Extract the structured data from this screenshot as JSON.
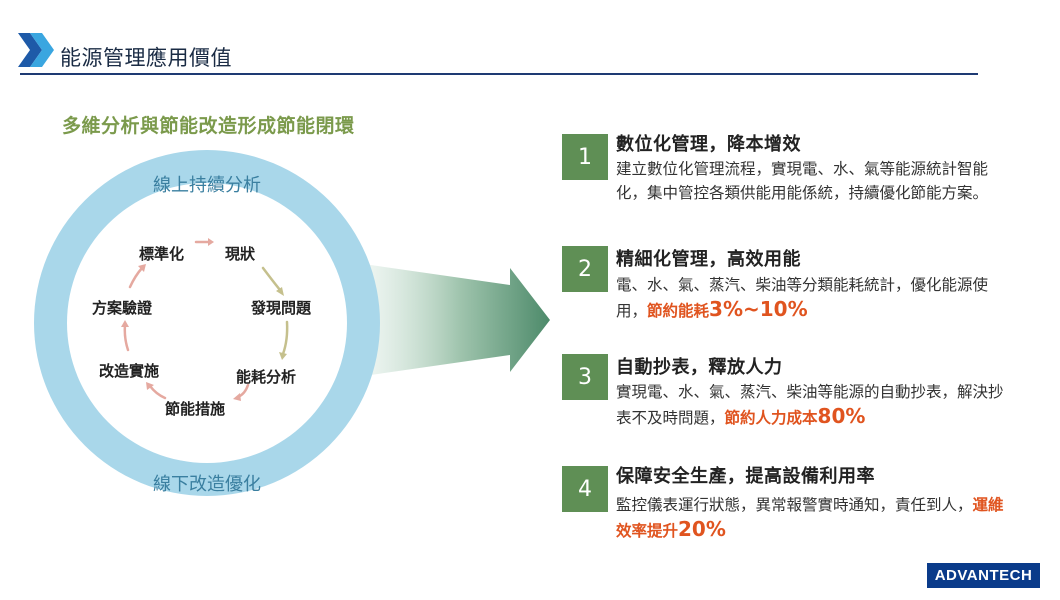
{
  "header": {
    "title": "能源管理應用價值"
  },
  "diagram": {
    "subtitle": "多維分析與節能改造形成節能閉環",
    "top_label": "線上持續分析",
    "bottom_label": "線下改造優化",
    "cycle": [
      "標準化",
      "現狀",
      "發現問題",
      "能耗分析",
      "節能措施",
      "改造實施",
      "方案驗證"
    ]
  },
  "items": [
    {
      "num": "1",
      "title": "數位化管理，降本增效",
      "body": "建立數位化管理流程，實現電、水、氣等能源統計智能化，集中管控各類供能用能係統，持續優化節能方案。",
      "hl_text": "",
      "hl_value": ""
    },
    {
      "num": "2",
      "title": "精細化管理，高效用能",
      "body": "電、水、氣、蒸汽、柴油等分類能耗統計，優化能源使用，",
      "hl_text": "節約能耗",
      "hl_value": "3%~10%"
    },
    {
      "num": "3",
      "title": "自動抄表，釋放人力",
      "body": "實現電、水、氣、蒸汽、柴油等能源的自動抄表，解決抄表不及時問題，",
      "hl_text": "節約人力成本",
      "hl_value": "80%"
    },
    {
      "num": "4",
      "title": "保障安全生產，提高設備利用率",
      "body": "監控儀表運行狀態，異常報警實時通知，責任到人，",
      "hl_text": "運維效率提升",
      "hl_value": "20%"
    }
  ],
  "logo": {
    "text": "ADVANTECH"
  },
  "colors": {
    "accent_green": "#5f8f55",
    "highlight": "#e0541f",
    "ring": "#a9d7ea",
    "title_rule": "#1e3a73"
  }
}
